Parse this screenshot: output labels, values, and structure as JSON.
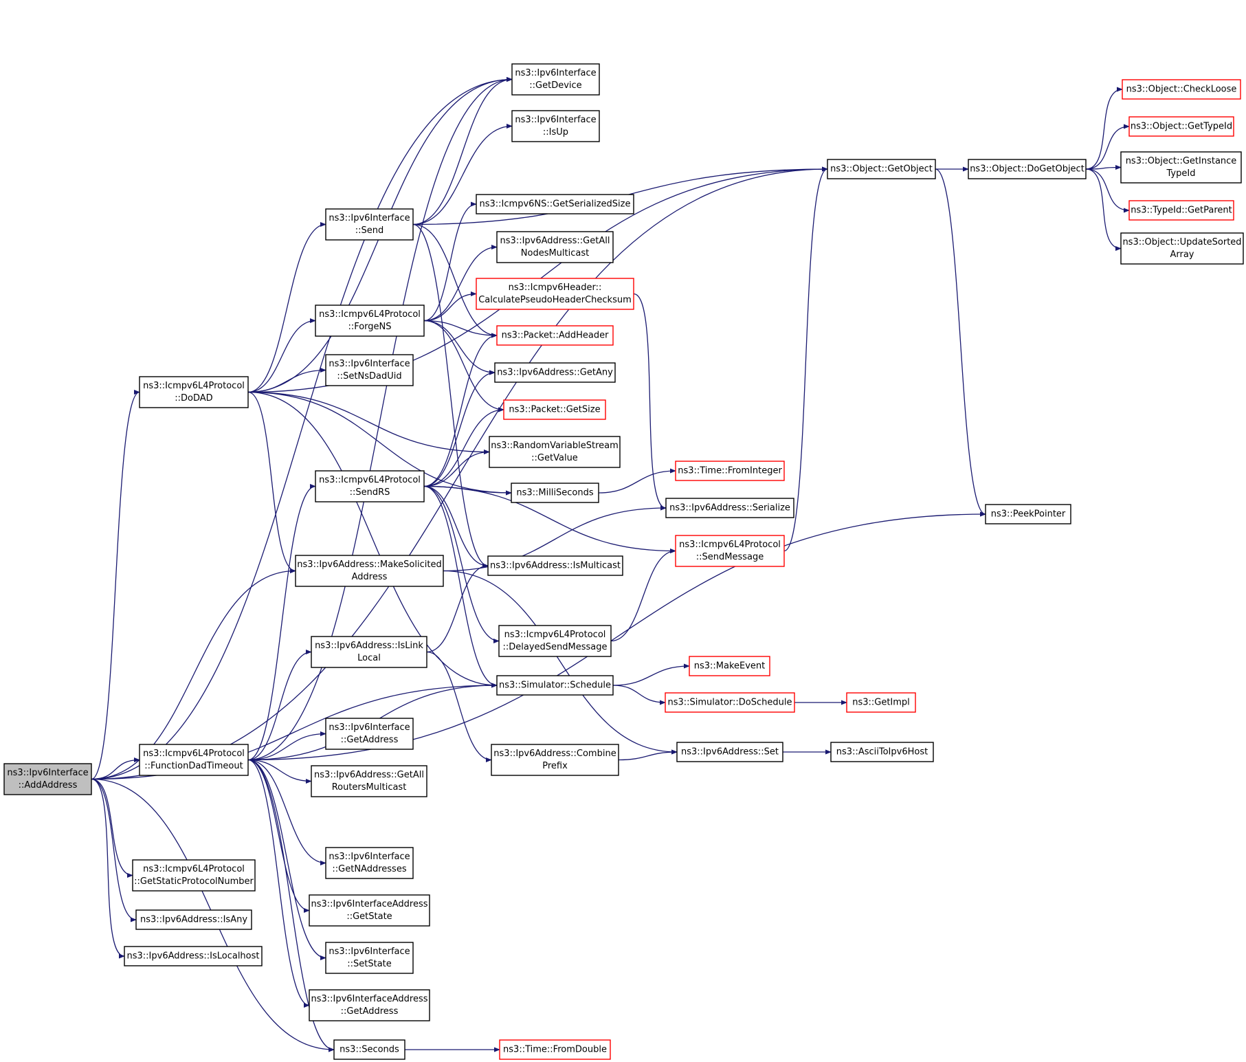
{
  "colors": {
    "edge": "#191970",
    "border_default": "#000000",
    "border_truncated": "#ff0000",
    "fill_default": "#ffffff",
    "fill_root": "#bfbfbf"
  },
  "nodes": [
    {
      "id": "addaddr",
      "lines": [
        "ns3::Ipv6Interface",
        "::AddAddress"
      ],
      "style": "root"
    },
    {
      "id": "dodad",
      "lines": [
        "ns3::Icmpv6L4Protocol",
        "::DoDAD"
      ],
      "style": "normal"
    },
    {
      "id": "fdt",
      "lines": [
        "ns3::Icmpv6L4Protocol",
        "::FunctionDadTimeout"
      ],
      "style": "normal"
    },
    {
      "id": "gspn",
      "lines": [
        "ns3::Icmpv6L4Protocol",
        "::GetStaticProtocolNumber"
      ],
      "style": "normal"
    },
    {
      "id": "isany",
      "lines": [
        "ns3::Ipv6Address::IsAny"
      ],
      "style": "normal"
    },
    {
      "id": "islocalhost",
      "lines": [
        "ns3::Ipv6Address::IsLocalhost"
      ],
      "style": "normal"
    },
    {
      "id": "getdevice",
      "lines": [
        "ns3::Ipv6Interface",
        "::GetDevice"
      ],
      "style": "normal"
    },
    {
      "id": "isup",
      "lines": [
        "ns3::Ipv6Interface",
        "::IsUp"
      ],
      "style": "normal"
    },
    {
      "id": "send",
      "lines": [
        "ns3::Ipv6Interface",
        "::Send"
      ],
      "style": "normal"
    },
    {
      "id": "forgens",
      "lines": [
        "ns3::Icmpv6L4Protocol",
        "::ForgeNS"
      ],
      "style": "normal"
    },
    {
      "id": "setnsdaduid",
      "lines": [
        "ns3::Ipv6Interface",
        "::SetNsDadUid"
      ],
      "style": "normal"
    },
    {
      "id": "sendrs",
      "lines": [
        "ns3::Icmpv6L4Protocol",
        "::SendRS"
      ],
      "style": "normal"
    },
    {
      "id": "makesolicited",
      "lines": [
        "ns3::Ipv6Address::MakeSolicited",
        "Address"
      ],
      "style": "normal"
    },
    {
      "id": "islinklocal",
      "lines": [
        "ns3::Ipv6Address::IsLink",
        "Local"
      ],
      "style": "normal"
    },
    {
      "id": "ifgetaddress",
      "lines": [
        "ns3::Ipv6Interface",
        "::GetAddress"
      ],
      "style": "normal"
    },
    {
      "id": "allrouters",
      "lines": [
        "ns3::Ipv6Address::GetAll",
        "RoutersMulticast"
      ],
      "style": "normal"
    },
    {
      "id": "getnaddresses",
      "lines": [
        "ns3::Ipv6Interface",
        "::GetNAddresses"
      ],
      "style": "normal"
    },
    {
      "id": "iagetstate",
      "lines": [
        "ns3::Ipv6InterfaceAddress",
        "::GetState"
      ],
      "style": "normal"
    },
    {
      "id": "setstate",
      "lines": [
        "ns3::Ipv6Interface",
        "::SetState"
      ],
      "style": "normal"
    },
    {
      "id": "iagetaddress",
      "lines": [
        "ns3::Ipv6InterfaceAddress",
        "::GetAddress"
      ],
      "style": "normal"
    },
    {
      "id": "seconds",
      "lines": [
        "ns3::Seconds"
      ],
      "style": "normal"
    },
    {
      "id": "nsgetsize",
      "lines": [
        "ns3::Icmpv6NS::GetSerializedSize"
      ],
      "style": "normal"
    },
    {
      "id": "allnodes",
      "lines": [
        "ns3::Ipv6Address::GetAll",
        "NodesMulticast"
      ],
      "style": "normal"
    },
    {
      "id": "calcpseudo",
      "lines": [
        "ns3::Icmpv6Header::",
        "CalculatePseudoHeaderChecksum"
      ],
      "style": "truncated"
    },
    {
      "id": "addheader",
      "lines": [
        "ns3::Packet::AddHeader"
      ],
      "style": "truncated"
    },
    {
      "id": "getany",
      "lines": [
        "ns3::Ipv6Address::GetAny"
      ],
      "style": "normal"
    },
    {
      "id": "pktgetsize",
      "lines": [
        "ns3::Packet::GetSize"
      ],
      "style": "truncated"
    },
    {
      "id": "rvsgetvalue",
      "lines": [
        "ns3::RandomVariableStream",
        "::GetValue"
      ],
      "style": "normal"
    },
    {
      "id": "milliseconds",
      "lines": [
        "ns3::MilliSeconds"
      ],
      "style": "normal"
    },
    {
      "id": "ismulticast",
      "lines": [
        "ns3::Ipv6Address::IsMulticast"
      ],
      "style": "normal"
    },
    {
      "id": "delayedsend",
      "lines": [
        "ns3::Icmpv6L4Protocol",
        "::DelayedSendMessage"
      ],
      "style": "normal"
    },
    {
      "id": "schedule",
      "lines": [
        "ns3::Simulator::Schedule"
      ],
      "style": "normal"
    },
    {
      "id": "combineprefix",
      "lines": [
        "ns3::Ipv6Address::Combine",
        "Prefix"
      ],
      "style": "normal"
    },
    {
      "id": "fromdouble",
      "lines": [
        "ns3::Time::FromDouble"
      ],
      "style": "truncated"
    },
    {
      "id": "getobject",
      "lines": [
        "ns3::Object::GetObject"
      ],
      "style": "normal"
    },
    {
      "id": "fromint",
      "lines": [
        "ns3::Time::FromInteger"
      ],
      "style": "truncated"
    },
    {
      "id": "serialize",
      "lines": [
        "ns3::Ipv6Address::Serialize"
      ],
      "style": "normal"
    },
    {
      "id": "sendmessage",
      "lines": [
        "ns3::Icmpv6L4Protocol",
        "::SendMessage"
      ],
      "style": "truncated"
    },
    {
      "id": "makeevent",
      "lines": [
        "ns3::MakeEvent"
      ],
      "style": "truncated"
    },
    {
      "id": "doschedule",
      "lines": [
        "ns3::Simulator::DoSchedule"
      ],
      "style": "truncated"
    },
    {
      "id": "addrset",
      "lines": [
        "ns3::Ipv6Address::Set"
      ],
      "style": "normal"
    },
    {
      "id": "getimpl",
      "lines": [
        "ns3::GetImpl"
      ],
      "style": "truncated"
    },
    {
      "id": "asciitoipv6",
      "lines": [
        "ns3::AsciiToIpv6Host"
      ],
      "style": "normal"
    },
    {
      "id": "dogetobject",
      "lines": [
        "ns3::Object::DoGetObject"
      ],
      "style": "normal"
    },
    {
      "id": "peekpointer",
      "lines": [
        "ns3::PeekPointer"
      ],
      "style": "normal"
    },
    {
      "id": "checkloose",
      "lines": [
        "ns3::Object::CheckLoose"
      ],
      "style": "truncated"
    },
    {
      "id": "gettypeid",
      "lines": [
        "ns3::Object::GetTypeId"
      ],
      "style": "truncated"
    },
    {
      "id": "getinstancetypeid",
      "lines": [
        "ns3::Object::GetInstance",
        "TypeId"
      ],
      "style": "normal"
    },
    {
      "id": "typeidgetparent",
      "lines": [
        "ns3::TypeId::GetParent"
      ],
      "style": "truncated"
    },
    {
      "id": "updatesorted",
      "lines": [
        "ns3::Object::UpdateSorted",
        "Array"
      ],
      "style": "normal"
    }
  ],
  "edges": [
    [
      "addaddr",
      "dodad"
    ],
    [
      "addaddr",
      "fdt"
    ],
    [
      "addaddr",
      "gspn"
    ],
    [
      "addaddr",
      "isany"
    ],
    [
      "addaddr",
      "islocalhost"
    ],
    [
      "addaddr",
      "makesolicited"
    ],
    [
      "addaddr",
      "schedule"
    ],
    [
      "addaddr",
      "getobject"
    ],
    [
      "addaddr",
      "seconds"
    ],
    [
      "addaddr",
      "getdevice"
    ],
    [
      "dodad",
      "getdevice"
    ],
    [
      "dodad",
      "send"
    ],
    [
      "dodad",
      "forgens"
    ],
    [
      "dodad",
      "setnsdaduid"
    ],
    [
      "dodad",
      "makesolicited"
    ],
    [
      "dodad",
      "rvsgetvalue"
    ],
    [
      "dodad",
      "milliseconds"
    ],
    [
      "dodad",
      "schedule"
    ],
    [
      "dodad",
      "getobject"
    ],
    [
      "send",
      "getdevice"
    ],
    [
      "send",
      "isup"
    ],
    [
      "send",
      "getobject"
    ],
    [
      "send",
      "addheader"
    ],
    [
      "send",
      "ismulticast"
    ],
    [
      "forgens",
      "nsgetsize"
    ],
    [
      "forgens",
      "allnodes"
    ],
    [
      "forgens",
      "calcpseudo"
    ],
    [
      "forgens",
      "addheader"
    ],
    [
      "forgens",
      "getany"
    ],
    [
      "forgens",
      "pktgetsize"
    ],
    [
      "sendrs",
      "addheader"
    ],
    [
      "sendrs",
      "getany"
    ],
    [
      "sendrs",
      "pktgetsize"
    ],
    [
      "sendrs",
      "rvsgetvalue"
    ],
    [
      "sendrs",
      "milliseconds"
    ],
    [
      "sendrs",
      "ismulticast"
    ],
    [
      "sendrs",
      "sendmessage"
    ],
    [
      "sendrs",
      "delayedsend"
    ],
    [
      "sendrs",
      "schedule"
    ],
    [
      "fdt",
      "getdevice"
    ],
    [
      "fdt",
      "sendrs"
    ],
    [
      "fdt",
      "islinklocal"
    ],
    [
      "fdt",
      "schedule"
    ],
    [
      "fdt",
      "ifgetaddress"
    ],
    [
      "fdt",
      "allrouters"
    ],
    [
      "fdt",
      "getnaddresses"
    ],
    [
      "fdt",
      "iagetstate"
    ],
    [
      "fdt",
      "setstate"
    ],
    [
      "fdt",
      "iagetaddress"
    ],
    [
      "fdt",
      "seconds"
    ],
    [
      "fdt",
      "peekpointer"
    ],
    [
      "makesolicited",
      "serialize"
    ],
    [
      "makesolicited",
      "addrset"
    ],
    [
      "islinklocal",
      "ismulticast"
    ],
    [
      "islinklocal",
      "combineprefix"
    ],
    [
      "combineprefix",
      "addrset"
    ],
    [
      "calcpseudo",
      "serialize"
    ],
    [
      "milliseconds",
      "fromint"
    ],
    [
      "delayedsend",
      "sendmessage"
    ],
    [
      "sendmessage",
      "getobject"
    ],
    [
      "schedule",
      "makeevent"
    ],
    [
      "schedule",
      "doschedule"
    ],
    [
      "doschedule",
      "getimpl"
    ],
    [
      "addrset",
      "asciitoipv6"
    ],
    [
      "seconds",
      "fromdouble"
    ],
    [
      "getobject",
      "dogetobject"
    ],
    [
      "getobject",
      "peekpointer"
    ],
    [
      "dogetobject",
      "checkloose"
    ],
    [
      "dogetobject",
      "gettypeid"
    ],
    [
      "dogetobject",
      "getinstancetypeid"
    ],
    [
      "dogetobject",
      "typeidgetparent"
    ],
    [
      "dogetobject",
      "updatesorted"
    ]
  ]
}
